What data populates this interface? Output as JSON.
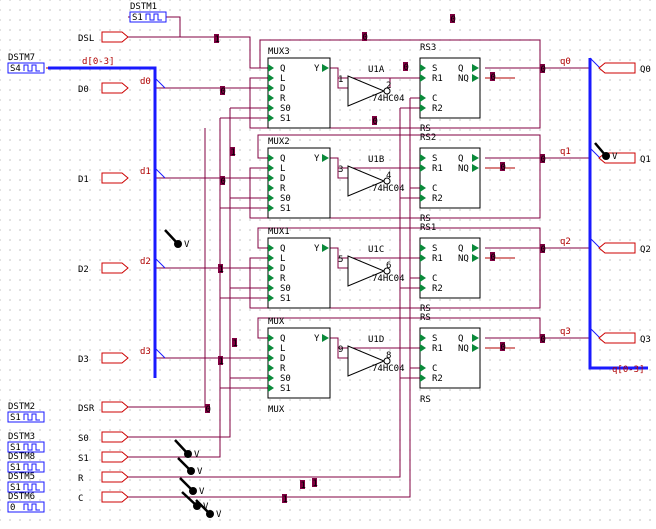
{
  "colors": {
    "wire": "#800040",
    "bus": "#1a1aff",
    "net_label": "#b00000",
    "pin": "#0a8a3a",
    "connector": "#cc0000",
    "probe": "#000000"
  },
  "inputs": {
    "dsl": "DSL",
    "d0": "D0",
    "d1": "D1",
    "d2": "D2",
    "d3": "D3",
    "dsr": "DSR",
    "s0": "S0",
    "s1": "S1",
    "r": "R",
    "c": "C"
  },
  "outputs": {
    "q0": "Q0",
    "q1": "Q1",
    "q2": "Q2",
    "q3": "Q3"
  },
  "stimuli": {
    "dstm1": {
      "name": "DSTM1",
      "value": "S1"
    },
    "dstm7": {
      "name": "DSTM7",
      "value": "S4"
    },
    "dstm2": {
      "name": "DSTM2",
      "value": "S1"
    },
    "dstm3": {
      "name": "DSTM3",
      "value": "S1"
    },
    "dstm8": {
      "name": "DSTM8",
      "value": "S1"
    },
    "dstm5": {
      "name": "DSTM5",
      "value": "S1"
    },
    "dstm6": {
      "name": "DSTM6",
      "value": "0"
    }
  },
  "net_labels": {
    "bus_in": "d[0-3]",
    "bus_out": "q[0-3]",
    "d0": "d0",
    "d1": "d1",
    "d2": "d2",
    "d3": "d3",
    "q0": "q0",
    "q1": "q1",
    "q2": "q2",
    "q3": "q3"
  },
  "mux": {
    "names": [
      "MUX3",
      "MUX2",
      "MUX1",
      "MUX"
    ],
    "bottom_label": "MUX",
    "pins": [
      "Q",
      "L",
      "D",
      "R",
      "S0",
      "S1"
    ],
    "out_pin": "Y"
  },
  "rs": {
    "names": [
      "RS3",
      "RS2",
      "RS1",
      "RS"
    ],
    "bottom_label": "RS",
    "pins_left": [
      "S",
      "R1",
      "C",
      "R2"
    ],
    "pins_right": [
      "Q",
      "NQ"
    ]
  },
  "inverters": {
    "refs": [
      "U1A",
      "U1B",
      "U1C",
      "U1D"
    ],
    "part": "74HC04",
    "in_pins": [
      "1",
      "3",
      "5",
      "9"
    ],
    "out_pins": [
      "2",
      "4",
      "6",
      "8"
    ]
  },
  "probe_label": "V",
  "markers": {
    "one": "1",
    "zero": "0"
  }
}
